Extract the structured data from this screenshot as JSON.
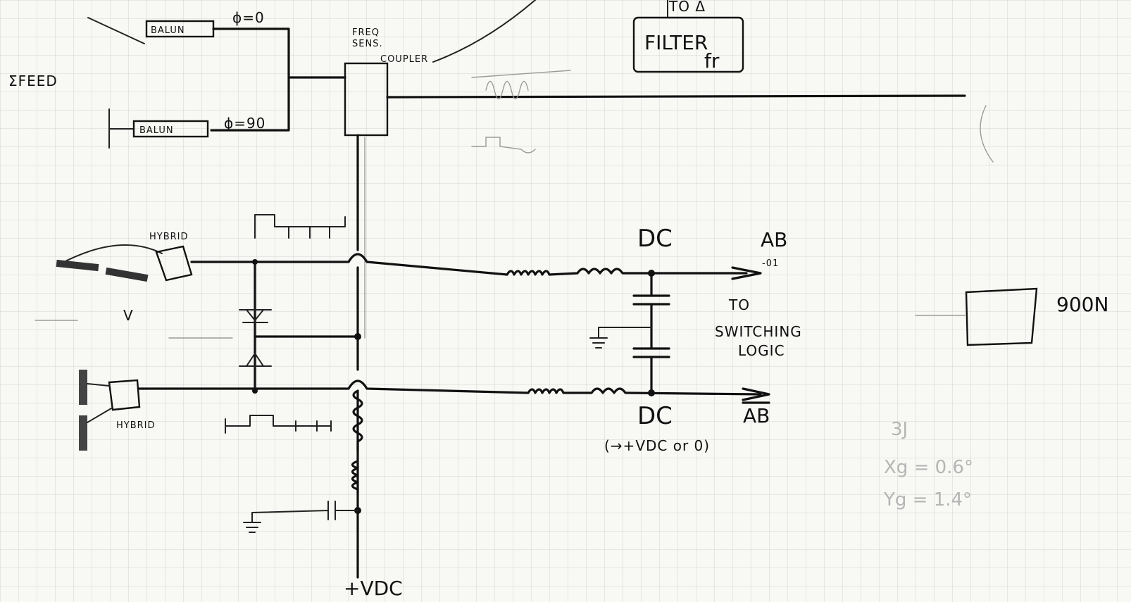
{
  "labels": {
    "sum_feed": "ΣFEED",
    "balun_top": "BALUN",
    "phase_0": "ϕ=0",
    "balun_bottom": "BALUN",
    "phase_90": "ϕ=90",
    "freq_coupler_line1": "FREQ",
    "freq_coupler_line2": "SENS.",
    "freq_coupler_line3": "COUPLER",
    "top_fragment": "TO Δ",
    "filter_line1": "FILTER",
    "filter_line2": "fr",
    "hybrid_top": "HYBRID",
    "hybrid_bottom": "HYBRID",
    "dc_top": "DC",
    "ab_top": "AB",
    "ab_top_sub": "-01",
    "to_switching_line1": "TO",
    "to_switching_line2": "SWITCHING",
    "to_switching_line3": "LOGIC",
    "ab_bar": "AB",
    "dc_bottom": "DC",
    "dc_bottom_note": "(→+VDC or 0)",
    "v_label": "V",
    "vdc": "+VDC",
    "box_900": "900N",
    "pencil_3j": "3J",
    "pencil_xg": "Xg = 0.6°",
    "pencil_yg": "Yg = 1.4°"
  }
}
